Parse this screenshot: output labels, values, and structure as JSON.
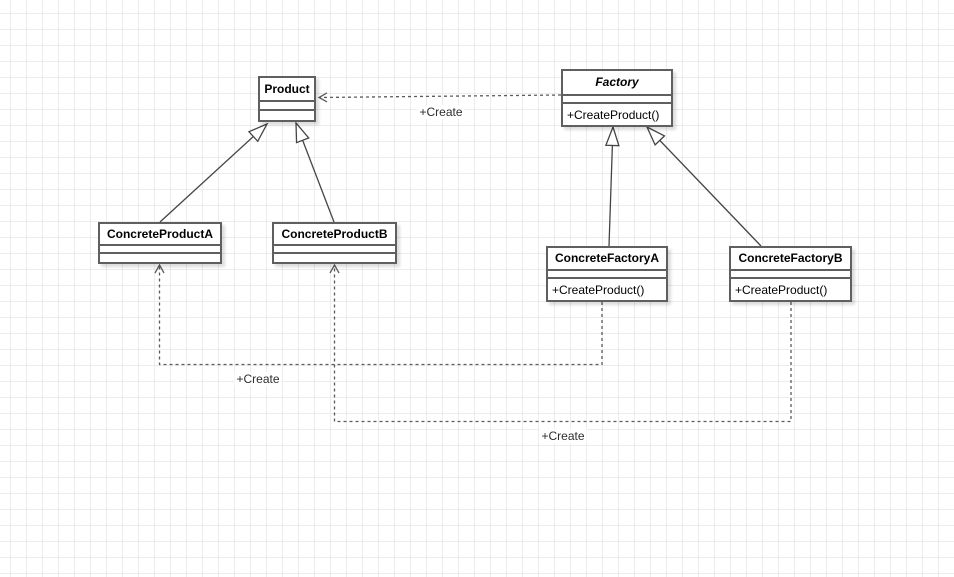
{
  "diagram": {
    "kind": "uml-class-diagram",
    "pattern": "Factory Method"
  },
  "classes": {
    "product": {
      "name": "Product",
      "abstract": false,
      "attributes": "",
      "methods": ""
    },
    "factory": {
      "name": "Factory",
      "abstract": true,
      "attributes": "",
      "methods": "+CreateProduct()"
    },
    "concrete_product_a": {
      "name": "ConcreteProductA",
      "abstract": false,
      "attributes": "",
      "methods": ""
    },
    "concrete_product_b": {
      "name": "ConcreteProductB",
      "abstract": false,
      "attributes": "",
      "methods": ""
    },
    "concrete_factory_a": {
      "name": "ConcreteFactoryA",
      "abstract": false,
      "attributes": "",
      "methods": "+CreateProduct()"
    },
    "concrete_factory_b": {
      "name": "ConcreteFactoryB",
      "abstract": false,
      "attributes": "",
      "methods": "+CreateProduct()"
    }
  },
  "edges": {
    "factory_to_product": {
      "type": "dependency",
      "from": "Factory",
      "to": "Product",
      "label": "+Create"
    },
    "cpa_to_product": {
      "type": "generalization",
      "from": "ConcreteProductA",
      "to": "Product",
      "label": ""
    },
    "cpb_to_product": {
      "type": "generalization",
      "from": "ConcreteProductB",
      "to": "Product",
      "label": ""
    },
    "cfa_to_factory": {
      "type": "generalization",
      "from": "ConcreteFactoryA",
      "to": "Factory",
      "label": ""
    },
    "cfb_to_factory": {
      "type": "generalization",
      "from": "ConcreteFactoryB",
      "to": "Factory",
      "label": ""
    },
    "cfa_to_cpa": {
      "type": "dependency",
      "from": "ConcreteFactoryA",
      "to": "ConcreteProductA",
      "label": "+Create"
    },
    "cfb_to_cpb": {
      "type": "dependency",
      "from": "ConcreteFactoryB",
      "to": "ConcreteProductB",
      "label": "+Create"
    }
  },
  "colors": {
    "canvas_bg": "#ffffff",
    "grid_line": "#ececec",
    "box_border": "#5f5f5f",
    "box_fill": "#ffffff",
    "solid_edge": "#454545",
    "dashed_edge": "#5b5b5b",
    "text": "#000000"
  }
}
